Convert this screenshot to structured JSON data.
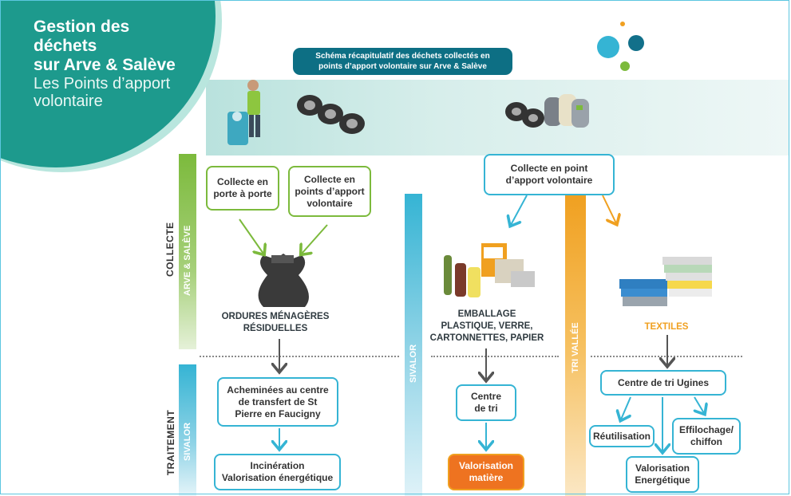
{
  "title": {
    "line1": "Gestion des",
    "line2": "déchets",
    "line3": "sur Arve & Salève",
    "line4": "Les Points d’apport",
    "line5": "volontaire"
  },
  "banner": {
    "line1": "Schéma récapitulatif des déchets collectés en",
    "line2": "points d’apport volontaire sur Arve & Salève"
  },
  "side_labels": {
    "collecte": "COLLECTE",
    "traitement": "TRAITEMENT"
  },
  "bars": {
    "arve_saleve": "ARVE & SALÈVE",
    "sivalor_left": "SIVALOR",
    "sivalor_mid": "SIVALOR",
    "tri_vallee": "TRI VALLÉE"
  },
  "collecte": {
    "porte": "Collecte en porte à porte",
    "apport": "Collecte en points d’apport volontaire",
    "point_apport": "Collecte en point d’apport volontaire"
  },
  "om": {
    "line1": "ORDURES MÉNAGÈRES",
    "line2": "RÉSIDUELLES"
  },
  "emballage": {
    "line1": "EMBALLAGE",
    "line2": "PLASTIQUE, VERRE,",
    "line3": "CARTONNETTES, PAPIER"
  },
  "textiles": "TEXTILES",
  "traitement": {
    "acheminees": "Acheminées au centre de transfert de St Pierre en Faucigny",
    "incineration_line1": "Incinération",
    "incineration_line2": "Valorisation énergétique",
    "centre_tri": "Centre de tri",
    "valorisation_matiere": "Valorisation matière",
    "centre_ugines": "Centre de tri Ugines",
    "reutilisation": "Réutilisation",
    "effilochage": "Effilochage/ chiffon",
    "valorisation_energetique": "Valorisation Energétique"
  },
  "colors": {
    "teal": "#1d9a8d",
    "green": "#7cba3c",
    "blue": "#35b4d4",
    "orange": "#f0a020",
    "orange_fill": "#ee7320"
  }
}
